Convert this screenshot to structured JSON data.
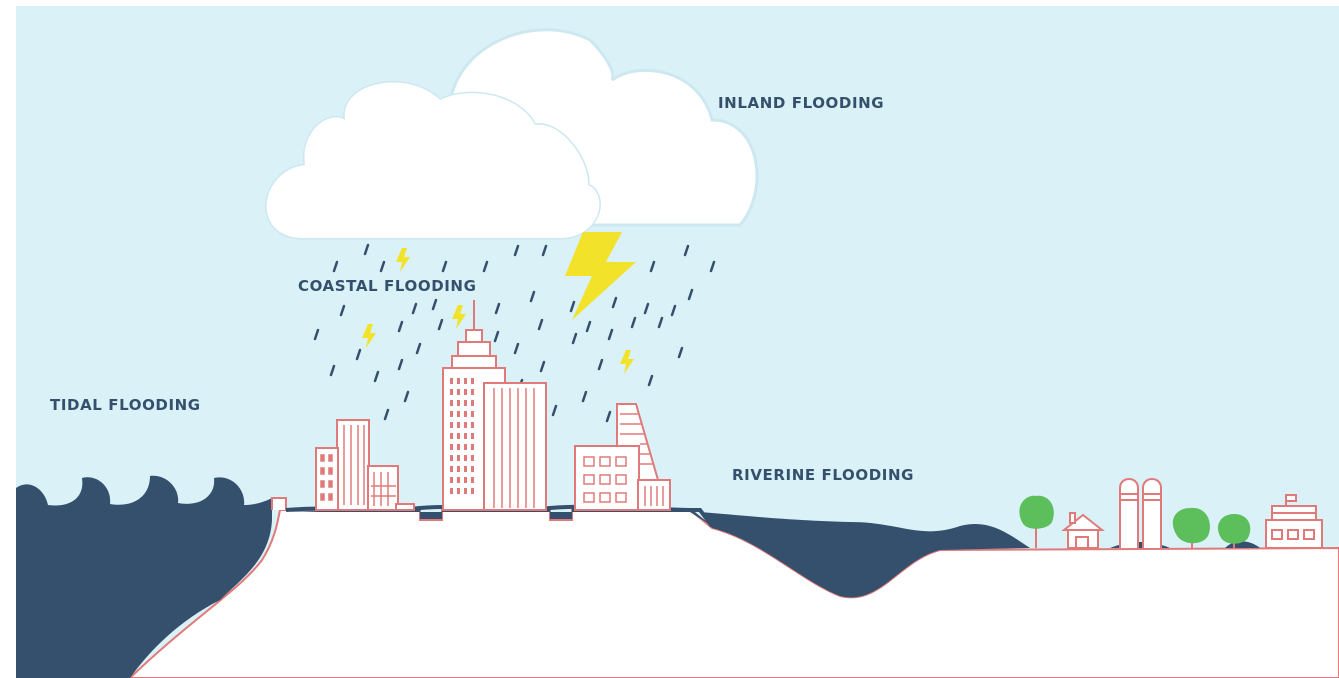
{
  "labels": {
    "inland": "INLAND FLOODING",
    "coastal": "COASTAL FLOODING",
    "tidal": "TIDAL FLOODING",
    "riverine": "RIVERINE FLOODING"
  },
  "colors": {
    "sky": "#d9f1f7",
    "water": "#34506c",
    "outline": "#e07a7a",
    "lightning": "#f2e22a",
    "rain": "#34506c",
    "tree": "#5cbf5b",
    "cloud": "#ffffff",
    "label_text": "#34506c"
  },
  "icons": [
    "cloud-icon",
    "lightning-icon",
    "rain-icon",
    "skyscraper-icon",
    "building-icon",
    "wave-icon",
    "tree-icon",
    "house-icon",
    "silo-icon",
    "barn-icon"
  ]
}
